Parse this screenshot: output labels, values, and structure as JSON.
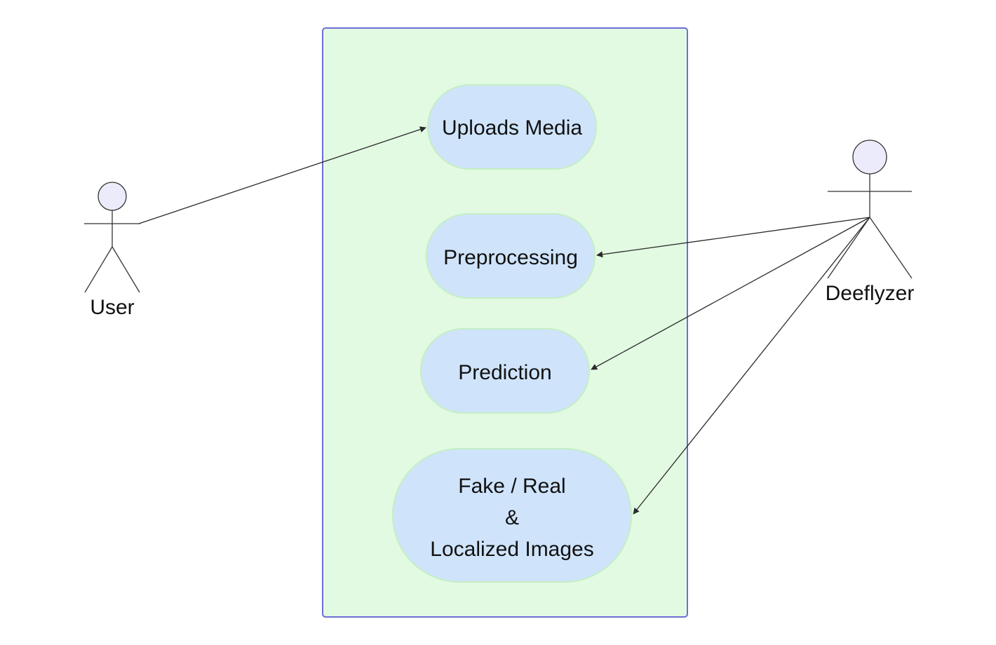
{
  "diagram": {
    "actors": [
      {
        "id": "user",
        "label": "User"
      },
      {
        "id": "deeflyzer",
        "label": "Deeflyzer"
      }
    ],
    "use_cases": [
      {
        "id": "uploads",
        "lines": [
          "Uploads Media"
        ]
      },
      {
        "id": "preprocessing",
        "lines": [
          "Preprocessing"
        ]
      },
      {
        "id": "prediction",
        "lines": [
          "Prediction"
        ]
      },
      {
        "id": "result",
        "lines": [
          "Fake / Real",
          "&",
          "Localized Images"
        ]
      }
    ],
    "edges": [
      {
        "from": "user",
        "to": "uploads"
      },
      {
        "from": "deeflyzer",
        "to": "preprocessing"
      },
      {
        "from": "deeflyzer",
        "to": "prediction"
      },
      {
        "from": "deeflyzer",
        "to": "result"
      }
    ],
    "colors": {
      "boundary_fill": "#e2f9e2",
      "boundary_stroke": "#6d6dd6",
      "usecase_fill": "#cfe4fb",
      "usecase_stroke": "#c4eec4",
      "actor_head_fill": "#ecebfb",
      "line": "#2a2a2a"
    }
  }
}
